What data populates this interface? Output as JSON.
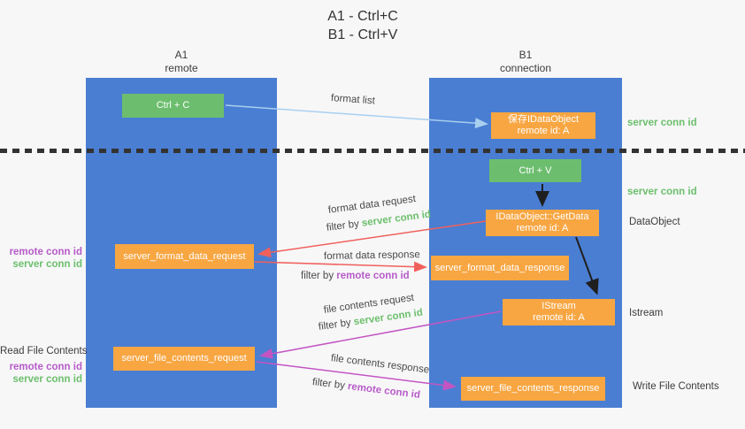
{
  "title": {
    "line1": "A1 - Ctrl+C",
    "line2": "B1 - Ctrl+V"
  },
  "columns": {
    "a1": {
      "name": "A1",
      "role": "remote"
    },
    "b1": {
      "name": "B1",
      "role": "connection"
    }
  },
  "boxes": {
    "ctrl_c": {
      "label": "Ctrl + C"
    },
    "save_dataobject": {
      "line1": "保存IDataObject",
      "line2": "remote id: A"
    },
    "ctrl_v": {
      "label": "Ctrl + V"
    },
    "getdata": {
      "line1": "IDataObject::GetData",
      "line2": "remote id: A"
    },
    "format_request": {
      "label": "server_format_data_request"
    },
    "format_response": {
      "label": "server_format_data_response"
    },
    "istream": {
      "line1": "IStream",
      "line2": "remote id: A"
    },
    "file_request": {
      "label": "server_file_contents_request"
    },
    "file_response": {
      "label": "server_file_contents_response"
    }
  },
  "arrows": {
    "format_list": {
      "label": "format list"
    },
    "format_data_request": {
      "label": "format data request",
      "filter_prefix": "filter by",
      "filter_key": "server conn id"
    },
    "format_data_response": {
      "label": "format data response",
      "filter_prefix": "filter by",
      "filter_key": "remote conn id"
    },
    "file_contents_request": {
      "label": "file contents request",
      "filter_prefix": "filter by",
      "filter_key": "server conn id"
    },
    "file_contents_response": {
      "label": "file contents response",
      "filter_prefix": "filter by",
      "filter_key": "remote conn id"
    }
  },
  "side_labels": {
    "right_server_conn_id_top": "server conn id",
    "right_server_conn_id_mid": "server conn id",
    "right_dataobject": "DataObject",
    "right_istream": "Istream",
    "right_write_file_contents": "Write File Contents",
    "left_remote_conn_id_top": "remote conn id",
    "left_server_conn_id_top": "server conn id",
    "left_read_file_contents": "Read File Contents",
    "left_remote_conn_id_bottom": "remote conn id",
    "left_server_conn_id_bottom": "server conn id"
  },
  "colors": {
    "lifeline_blue": "#4A7ED2",
    "box_green": "#6CBE6E",
    "box_orange": "#F7A642",
    "arrow_light_blue": "#A8CFEF",
    "arrow_red": "#F0615C",
    "arrow_magenta": "#C355C3",
    "arrow_black": "#1F1F1F",
    "label_green": "#6CBF6C",
    "label_purple": "#B75BC8",
    "text_dark": "#3C3C3C"
  }
}
